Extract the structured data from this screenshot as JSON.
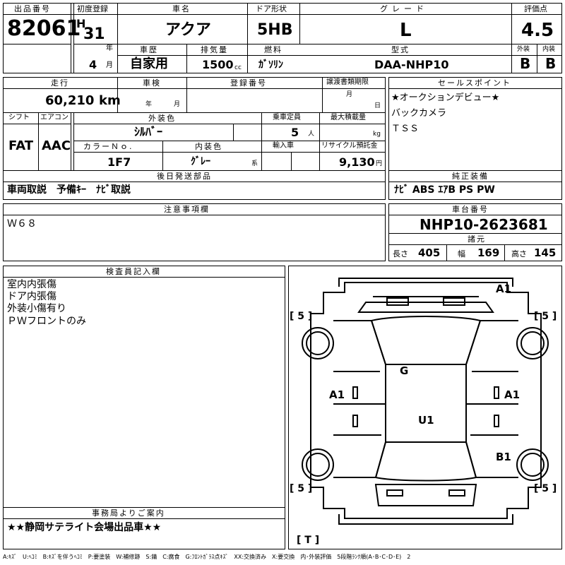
{
  "sheet": {
    "lot_number": {
      "label": "出品番号",
      "value": "82061"
    },
    "first_registration": {
      "label": "初度登録",
      "era": "H",
      "year": "31",
      "year_unit": "年",
      "month": "4",
      "month_unit": "月"
    },
    "car_name": {
      "label": "車名",
      "value": "アクア"
    },
    "door_type": {
      "label": "ドア形状",
      "value": "5HB"
    },
    "grade": {
      "label": "グレード",
      "value": "L"
    },
    "score": {
      "label": "評価点",
      "value": "4.5"
    },
    "history": {
      "label": "車歴",
      "value": "自家用"
    },
    "displacement": {
      "label": "排気量",
      "value": "1500",
      "unit": "cc"
    },
    "fuel": {
      "label": "燃料",
      "value": "ｶﾞｿﾘﾝ"
    },
    "model_code": {
      "label": "型式",
      "value": "DAA-NHP10"
    },
    "exterior_grade": {
      "label": "外装",
      "value": "B"
    },
    "interior_grade": {
      "label": "内装",
      "value": "B"
    },
    "mileage": {
      "label": "走行",
      "value": "60,210",
      "unit": "km"
    },
    "inspection": {
      "label": "車検",
      "year_unit": "年",
      "month_unit": "月"
    },
    "registration_no": {
      "label": "登録番号"
    },
    "transfer_deadline": {
      "label": "譲渡書類期限",
      "month_unit": "月",
      "day_unit": "日"
    },
    "selling_points": {
      "label": "セールスポイント",
      "lines": [
        "★オークションデビュー★",
        "バックカメラ",
        "ＴＳＳ"
      ]
    },
    "shift": {
      "label": "シフト",
      "value": "FAT"
    },
    "aircon": {
      "label": "エアコン",
      "value": "AAC"
    },
    "exterior_color": {
      "label": "外装色",
      "value": "ｼﾙﾊﾞｰ"
    },
    "capacity": {
      "label": "乗車定員",
      "value": "5",
      "unit": "人"
    },
    "max_load": {
      "label": "最大積載量",
      "unit": "kg"
    },
    "color_no": {
      "label": "カラーＮｏ.",
      "value": "1F7"
    },
    "interior_color": {
      "label": "内装色",
      "value": "ｸﾞﾚｰ",
      "unit": "系"
    },
    "import": {
      "label": "輸入車"
    },
    "recycle_fee": {
      "label": "リサイクル預託金",
      "value": "9,130",
      "unit": "円"
    },
    "later_parts": {
      "label": "後日発送部品",
      "value": "車両取説　予備ｷｰ　ﾅﾋﾞ取説"
    },
    "genuine_equipment": {
      "label": "純正装備",
      "value": "ﾅﾋﾞ  ABS  ｴｱB  PS  PW"
    },
    "notes": {
      "label": "注意事項欄",
      "value": "Ｗ６８"
    },
    "chassis_number": {
      "label": "車台番号",
      "value": "NHP10-2623681"
    },
    "specs": {
      "label": "諸元",
      "length_label": "長さ",
      "length": "405",
      "width_label": "幅",
      "width": "169",
      "height_label": "高さ",
      "height": "145"
    },
    "inspector_notes": {
      "label": "検査員記入欄",
      "lines": [
        "室内内張傷",
        "ドア内張傷",
        "外装小傷有り",
        "ＰＷフロントのみ"
      ]
    },
    "office_notice": {
      "label": "事務局よりご案内",
      "value": "★★静岡サテライト会場出品車★★"
    },
    "diagram": {
      "marks": [
        "A1",
        "A1",
        "A1",
        "G",
        "U1",
        "B1"
      ],
      "tires": [
        "[ 5 ]",
        "[ 5 ]",
        "[ 5 ]",
        "[ 5 ]"
      ],
      "spare": "[ T ]"
    },
    "legend": "A:ｷｽﾞ　U:ﾍｺﾐ　B:ｷｽﾞを伴うﾍｺﾐ　P:要塗装　W:補修跡　S:錆　C:腐食　G:ﾌﾛﾝﾄｶﾞﾗｽ点ｷｽﾞ　XX:交換済み　X:要交換　内･外装評価　5段階ﾗﾝｸ順(A･B･C･D･E)　2"
  }
}
